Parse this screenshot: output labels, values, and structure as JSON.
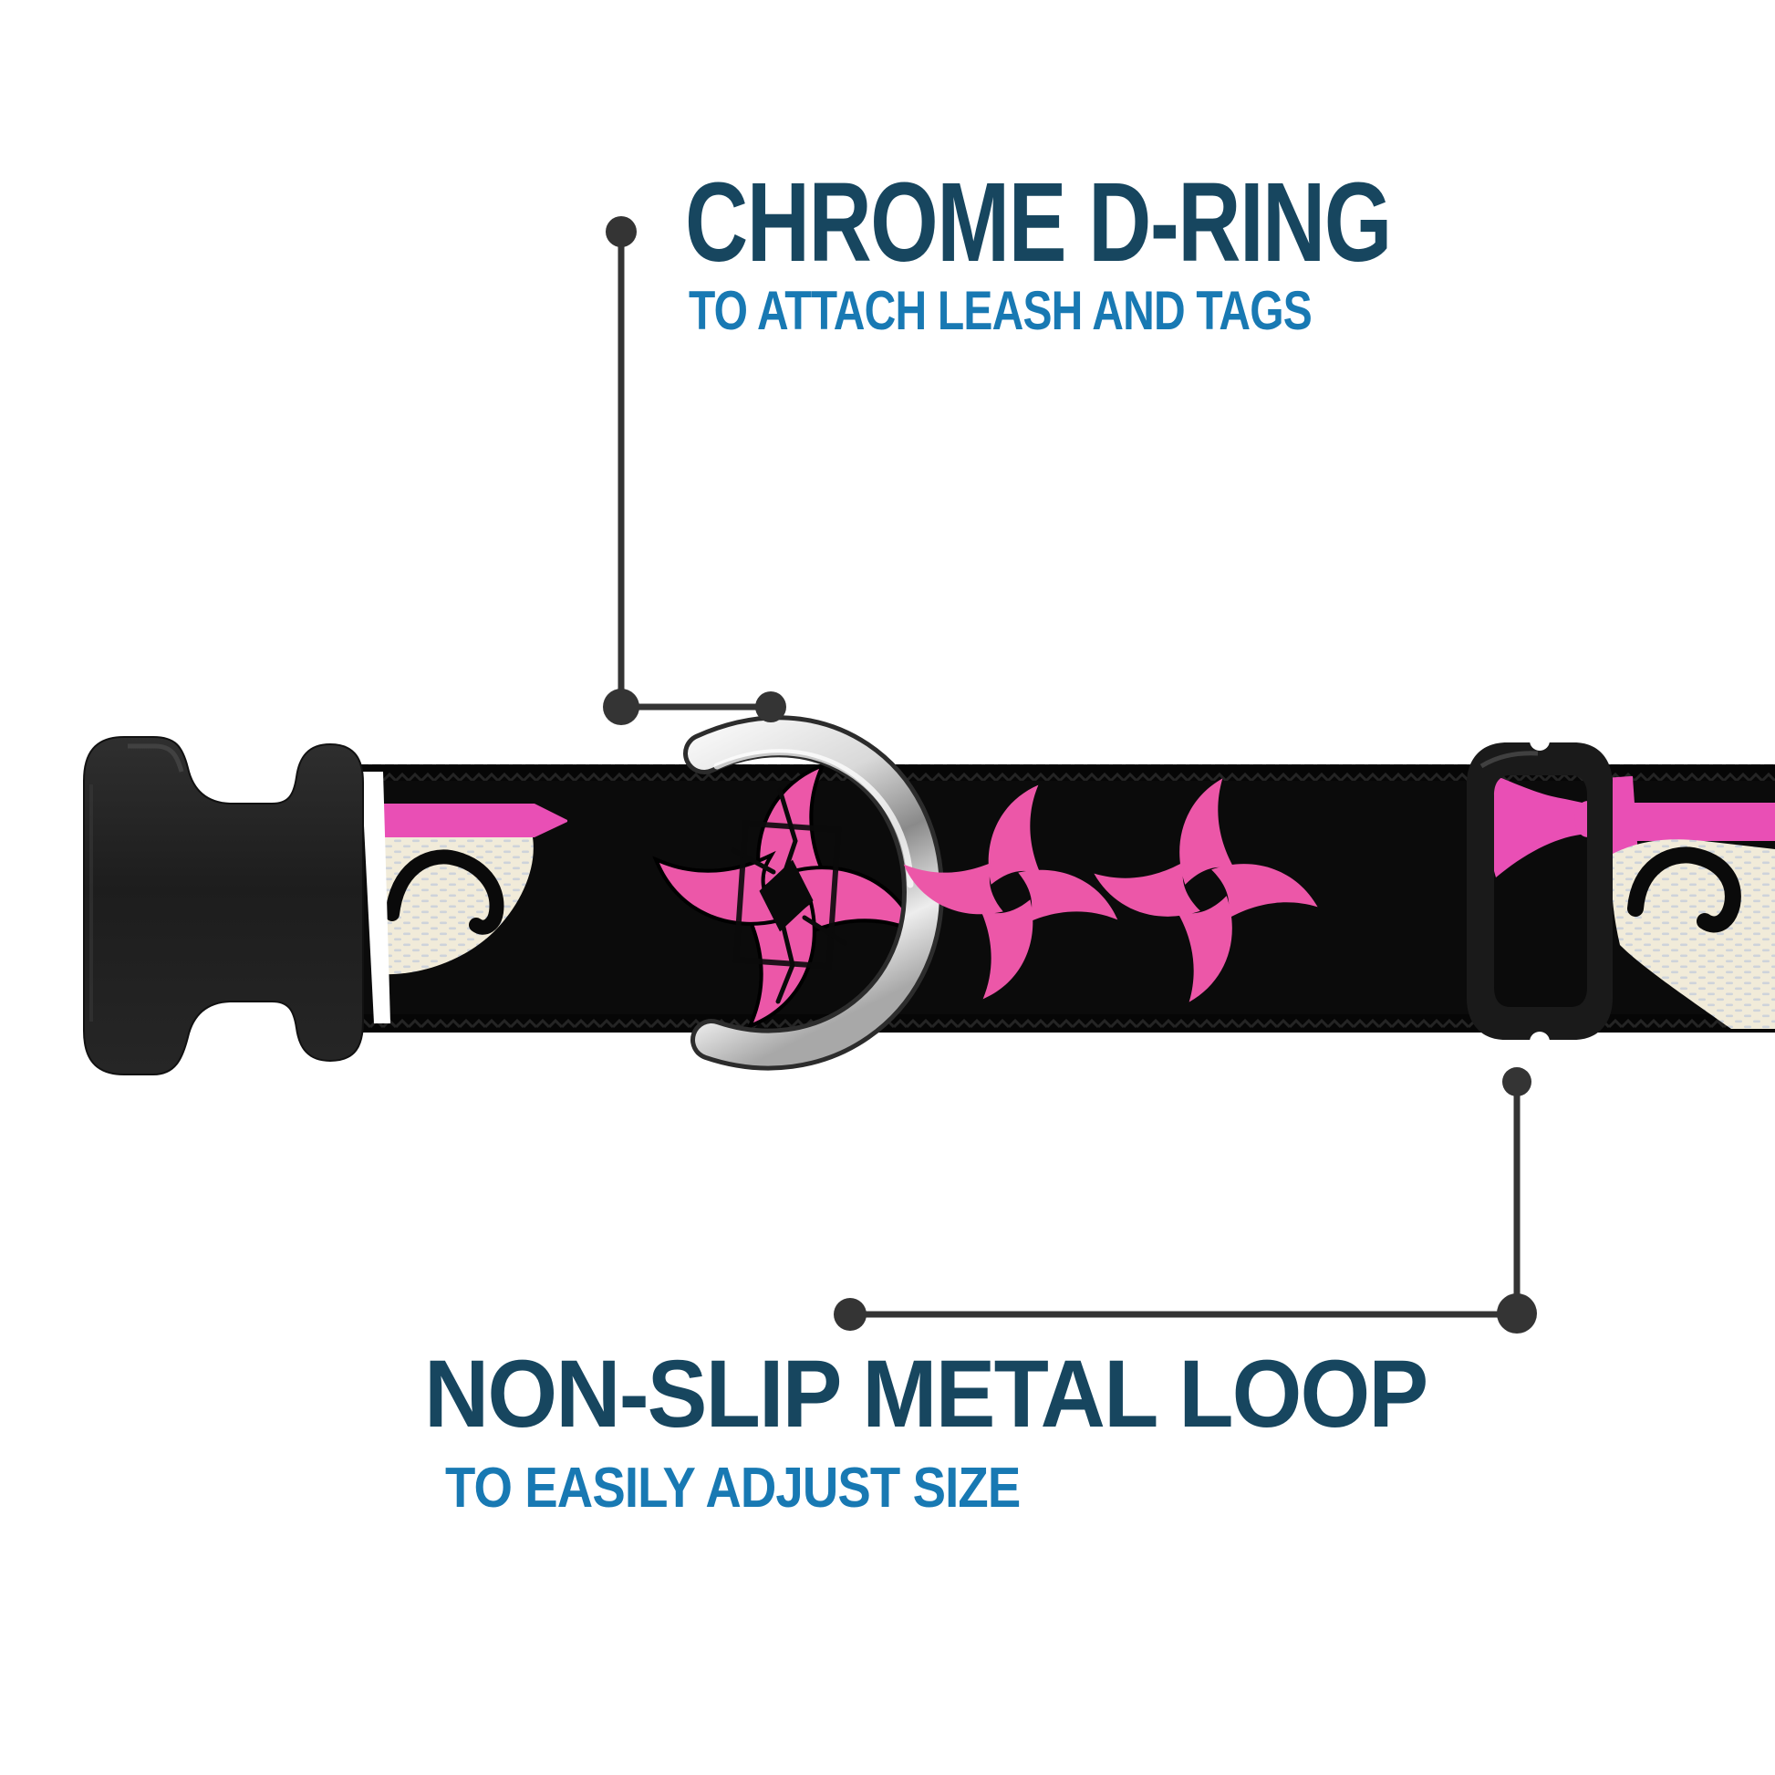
{
  "callouts": {
    "dring": {
      "title": "CHROME D-RING",
      "subtitle": "TO ATTACH LEASH AND TAGS"
    },
    "loop": {
      "title": "NON-SLIP METAL LOOP",
      "subtitle": "TO EASILY ADJUST SIZE"
    }
  },
  "colors": {
    "title_navy": "#17465f",
    "subtitle_blue": "#1879b3",
    "callout_gray": "#343434",
    "webbing_black": "#0b0b0b",
    "star_pink": "#ec57a8",
    "accent_pink": "#e94fb5",
    "face_cream": "#f1ebd9",
    "stitch_blue": "#c3cbdb",
    "chrome_light": "#f6f6f6",
    "chrome_dark": "#8a8a8a",
    "buckle_black": "#222222",
    "slider_black": "#1a1a1a"
  },
  "product": {
    "parts": {
      "buckle": "side-release-buckle",
      "dring": "chrome-d-ring",
      "slider": "metal-adjuster-loop",
      "webbing": "black-webbing-with-pink-ninja-stars"
    }
  }
}
